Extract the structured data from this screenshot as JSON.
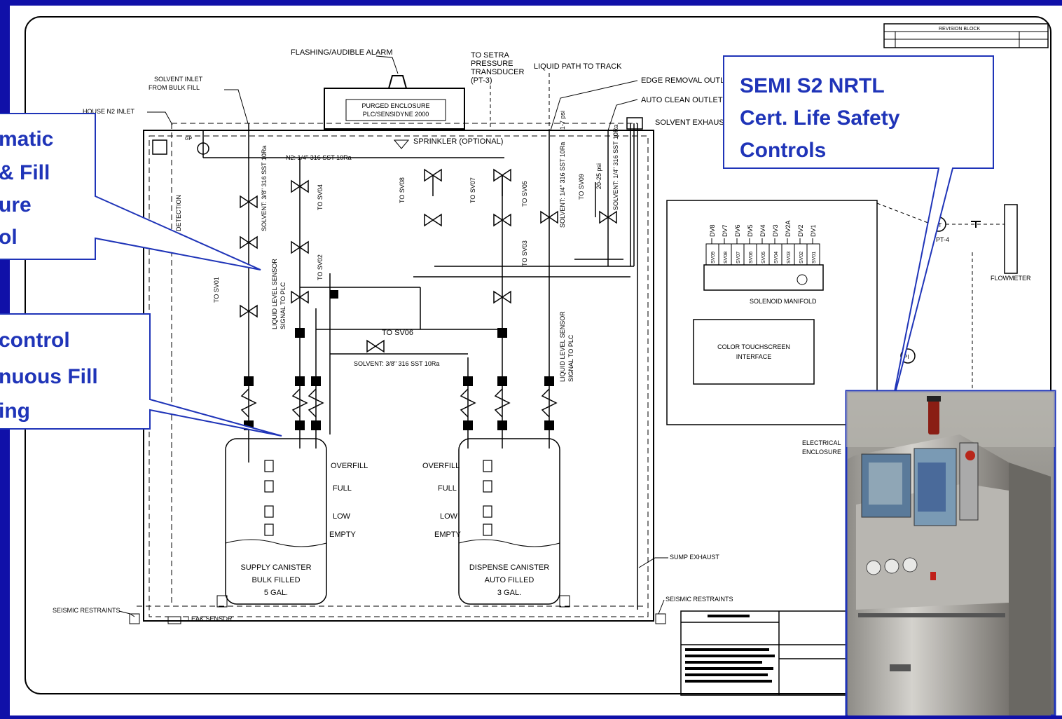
{
  "callouts": {
    "safety": {
      "lines": [
        "SEMI S2 NRTL",
        "Cert. Life Safety",
        "Controls"
      ]
    },
    "pressure": {
      "lines": [
        "matic",
        "& Fill",
        "ure",
        "ol"
      ]
    },
    "continuous": {
      "lines": [
        "control",
        "nuous Fill",
        "ing"
      ]
    }
  },
  "labels": {
    "flashing_alarm": "FLASHING/AUDIBLE ALARM",
    "to_setra": "TO SETRA",
    "pressure_word": "PRESSURE",
    "transducer": "TRANSDUCER",
    "pt3": "(PT-3)",
    "liquid_path": "LIQUID PATH TO TRACK",
    "edge_removal": "EDGE REMOVAL OUTLET",
    "auto_clean": "AUTO CLEAN OUTLET",
    "solvent_exhaust": "SOLVENT EXHAUST",
    "solvent_inlet_1": "SOLVENT INLET",
    "solvent_inlet_2": "FROM BULK FILL",
    "house_n2": "HOUSE N2 INLET",
    "purged_1": "PURGED ENCLOSURE",
    "purged_2": "PLC/SENSIDYNE 2000",
    "sprinkler": "SPRINKLER (OPTIONAL)",
    "n2_line": "N2: 1/4\" 316 SST 10Ra",
    "solvent_38": "SOLVENT: 3/8\" 316 SST 10Ra",
    "solvent_14": "SOLVENT: 1/4\" 316 SST 10Ra",
    "to_sv06": "TO SV06",
    "detection": "DETECTION",
    "liquid_level_sensor": "LIQUID LEVEL SENSOR",
    "signal_to_plc": "SIGNAL TO PLC",
    "solenoid_manifold": "SOLENOID MANIFOLD",
    "touchscreen_1": "COLOR TOUCHSCREEN",
    "touchscreen_2": "INTERFACE",
    "flowmeter": "FLOWMETER",
    "pt4": "PT-4",
    "pt": "PT",
    "pi": "PI",
    "electrical_1": "ELECTRICAL",
    "electrical_2": "ENCLOSURE",
    "sump_exhaust": "SUMP EXHAUST",
    "seismic_left": "SEISMIC RESTRAINTS",
    "seismic_right": "SEISMIC RESTRAINTS",
    "leak_sensor": "LEAK SENSOR",
    "overfill": "OVERFILL",
    "full": "FULL",
    "low": "LOW",
    "empty": "EMPTY",
    "supply_1": "SUPPLY CANISTER",
    "supply_2": "BULK FILLED",
    "supply_3": "5 GAL.",
    "dispense_1": "DISPENSE CANISTER",
    "dispense_2": "AUTO FILLED",
    "dispense_3": "3 GAL.",
    "psi_1_7": "1-7 psi",
    "psi_20_25": "20-25 psi",
    "to_sv01": "TO SV01",
    "to_sv02": "TO SV02",
    "to_sv04": "TO SV04",
    "to_sv08": "TO SV08",
    "to_sv07": "TO SV07",
    "to_sv05": "TO SV05",
    "to_sv03": "TO SV03",
    "to_sv09": "TO SV09",
    "revision": "REVISION BLOCK"
  },
  "manifold": {
    "dv": [
      "DV8",
      "DV7",
      "DV6",
      "DV5",
      "DV4",
      "DV3",
      "DV2A",
      "DV2",
      "DV1"
    ],
    "sv": [
      "SV09",
      "SV08",
      "SV07",
      "SV06",
      "SV05",
      "SV04",
      "SV03",
      "SV02",
      "SV01"
    ]
  },
  "colors": {
    "background": "#1010a8",
    "paper": "#ffffff",
    "callout_text": "#1f34b8",
    "callout_border": "#1f34b8"
  }
}
